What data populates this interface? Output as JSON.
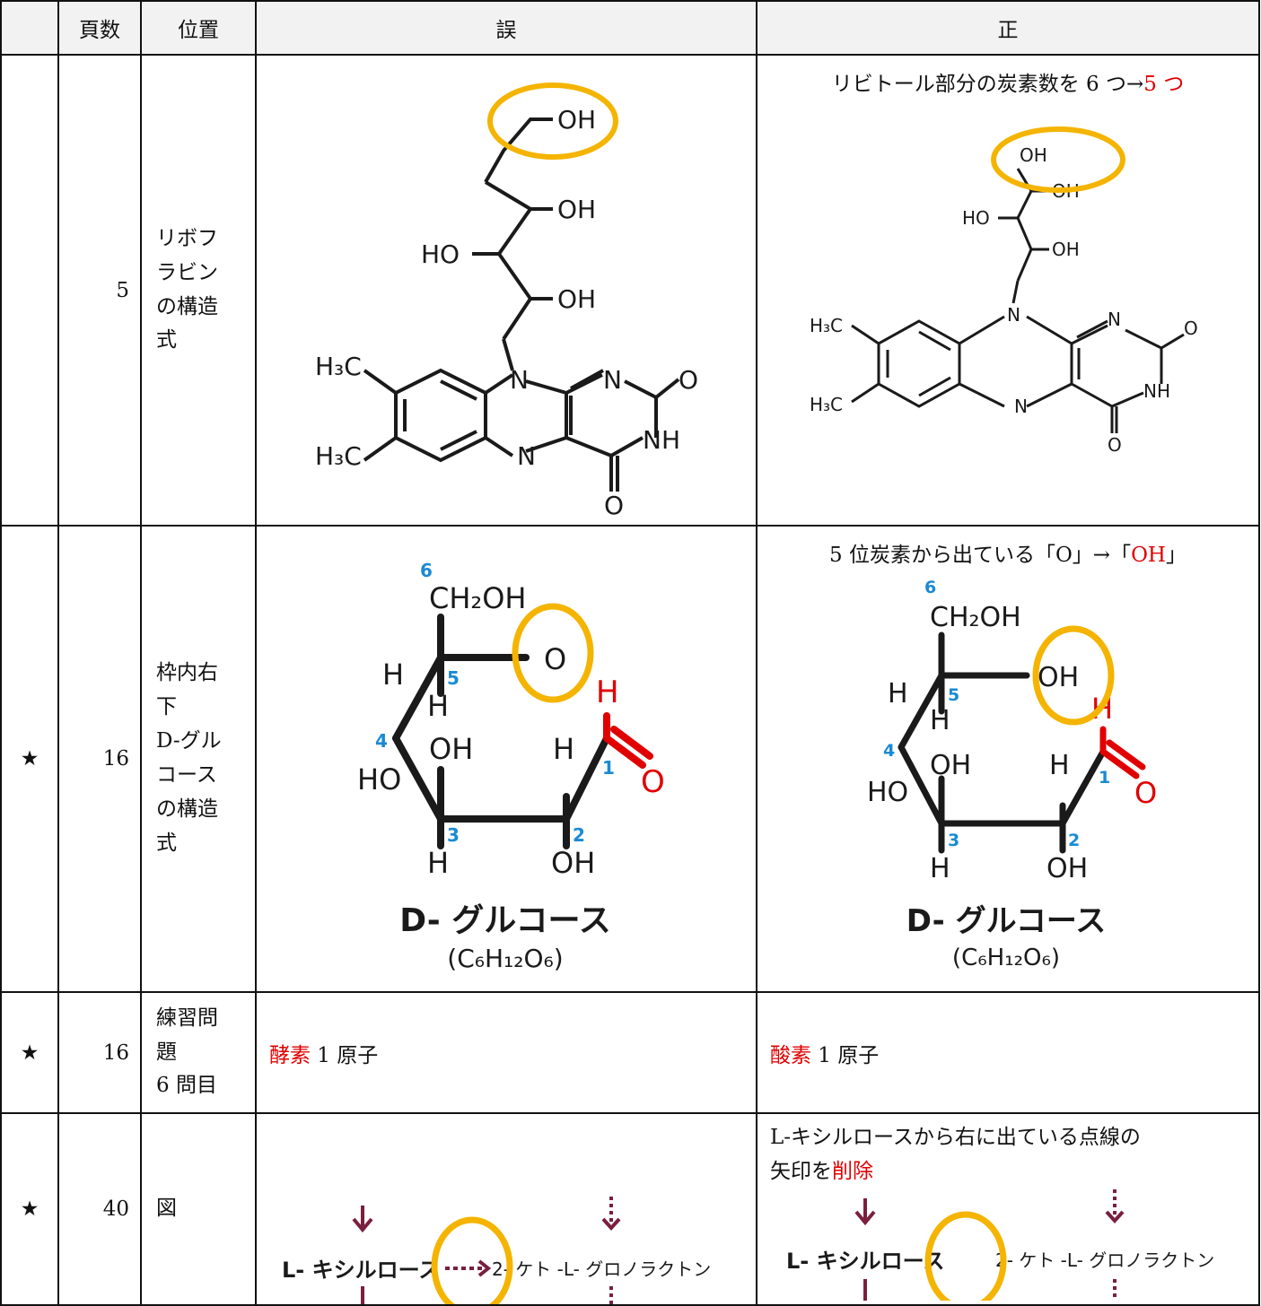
{
  "header": {
    "star": "",
    "page": "頁数",
    "position": "位置",
    "wrong": "誤",
    "correct": "正"
  },
  "rows": [
    {
      "star": "",
      "page": "5",
      "position": [
        "リボフ",
        "ラビン",
        "の構造",
        "式"
      ],
      "correct_note": {
        "text": "リビトール部分の炭素数を 6 つ→",
        "red": "5 つ"
      }
    },
    {
      "star": "★",
      "page": "16",
      "position": [
        "枠内右",
        "下",
        "D-グル",
        "コース",
        "の構造",
        "式"
      ],
      "correct_note": {
        "text": "5 位炭素から出ている「O」→「",
        "red": "OH",
        "after": "」"
      }
    },
    {
      "star": "★",
      "page": "16",
      "position": [
        "練習問",
        "題",
        "6 問目"
      ],
      "wrong": {
        "red": "酵素",
        "text": " 1 原子"
      },
      "correct": {
        "red": "酸素",
        "text": " 1 原子"
      }
    },
    {
      "star": "★",
      "page": "40",
      "position": [
        "図"
      ],
      "correct_note": {
        "line1": "L-キシルロースから右に出ている点線の",
        "line2": "矢印を",
        "red": "削除"
      }
    }
  ],
  "riboflavin": {
    "labels": {
      "oh": "OH",
      "ho": "HO",
      "n": "N",
      "o": "O",
      "nh": "NH",
      "h3c": "H₃C"
    }
  },
  "glucose": {
    "labels": {
      "ch2oh": "CH₂OH",
      "o": "O",
      "oh": "OH",
      "ho": "HO",
      "h": "H",
      "c1": "1",
      "c2": "2",
      "c3": "3",
      "c4": "4",
      "c5": "5",
      "c6": "6"
    },
    "name": "D- グルコース",
    "formula": "(C₆H₁₂O₆)"
  },
  "pathway": {
    "compound": "L- キシルロース",
    "product": "2- ケト -L- グロノラクトン"
  },
  "colors": {
    "highlight": "#f4b400",
    "red": "#e00000",
    "blue": "#1a8ad4",
    "maroon": "#7a1f3d"
  }
}
